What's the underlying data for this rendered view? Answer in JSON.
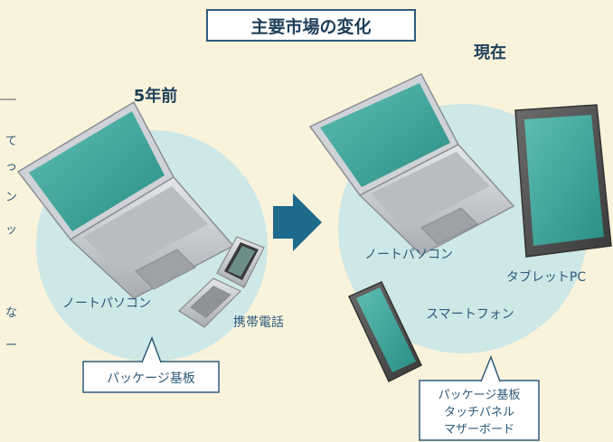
{
  "title": "主要市場の変化",
  "before": {
    "heading": "5年前",
    "laptop_label": "ノートパソコン",
    "phone_label": "携帯電話",
    "callout_lines": [
      "パッケージ基板"
    ]
  },
  "after": {
    "heading": "現在",
    "laptop_label": "ノートパソコン",
    "tablet_label": "タブレットPC",
    "smartphone_label": "スマートフォン",
    "callout_lines": [
      "パッケージ基板",
      "タッチパネル",
      "マザーボード"
    ]
  },
  "side_text": [
    "て",
    "っ",
    "ン",
    "ッ",
    "な",
    "ー"
  ],
  "colors": {
    "background": "#faf3dc",
    "circle": "#cde8e6",
    "arrow": "#1d6a8c",
    "text": "#2f5a7a",
    "frame": "#2f5a7a"
  }
}
